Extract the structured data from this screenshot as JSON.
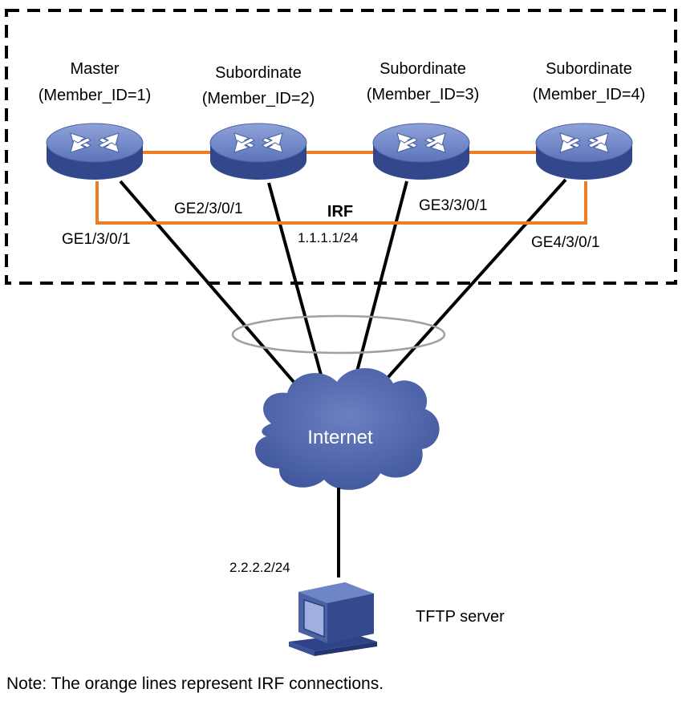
{
  "members": [
    {
      "role": "Master",
      "id_label": "(Member_ID=1)",
      "port": "GE1/3/0/1"
    },
    {
      "role": "Subordinate",
      "id_label": "(Member_ID=2)",
      "port": "GE2/3/0/1"
    },
    {
      "role": "Subordinate",
      "id_label": "(Member_ID=3)",
      "port": "GE3/3/0/1"
    },
    {
      "role": "Subordinate",
      "id_label": "(Member_ID=4)",
      "port": "GE4/3/0/1"
    }
  ],
  "irf_label": "IRF",
  "irf_ip": "1.1.1.1/24",
  "internet_label": "Internet",
  "server": {
    "ip": "2.2.2.2/24",
    "label": "TFTP server"
  },
  "note": "Note: The orange lines represent IRF connections.",
  "colors": {
    "irf_link": "#f07c22",
    "device_top": "#6f86c6",
    "device_side": "#3f559a",
    "cloud": "#4e64aa",
    "uplink": "#000000"
  }
}
